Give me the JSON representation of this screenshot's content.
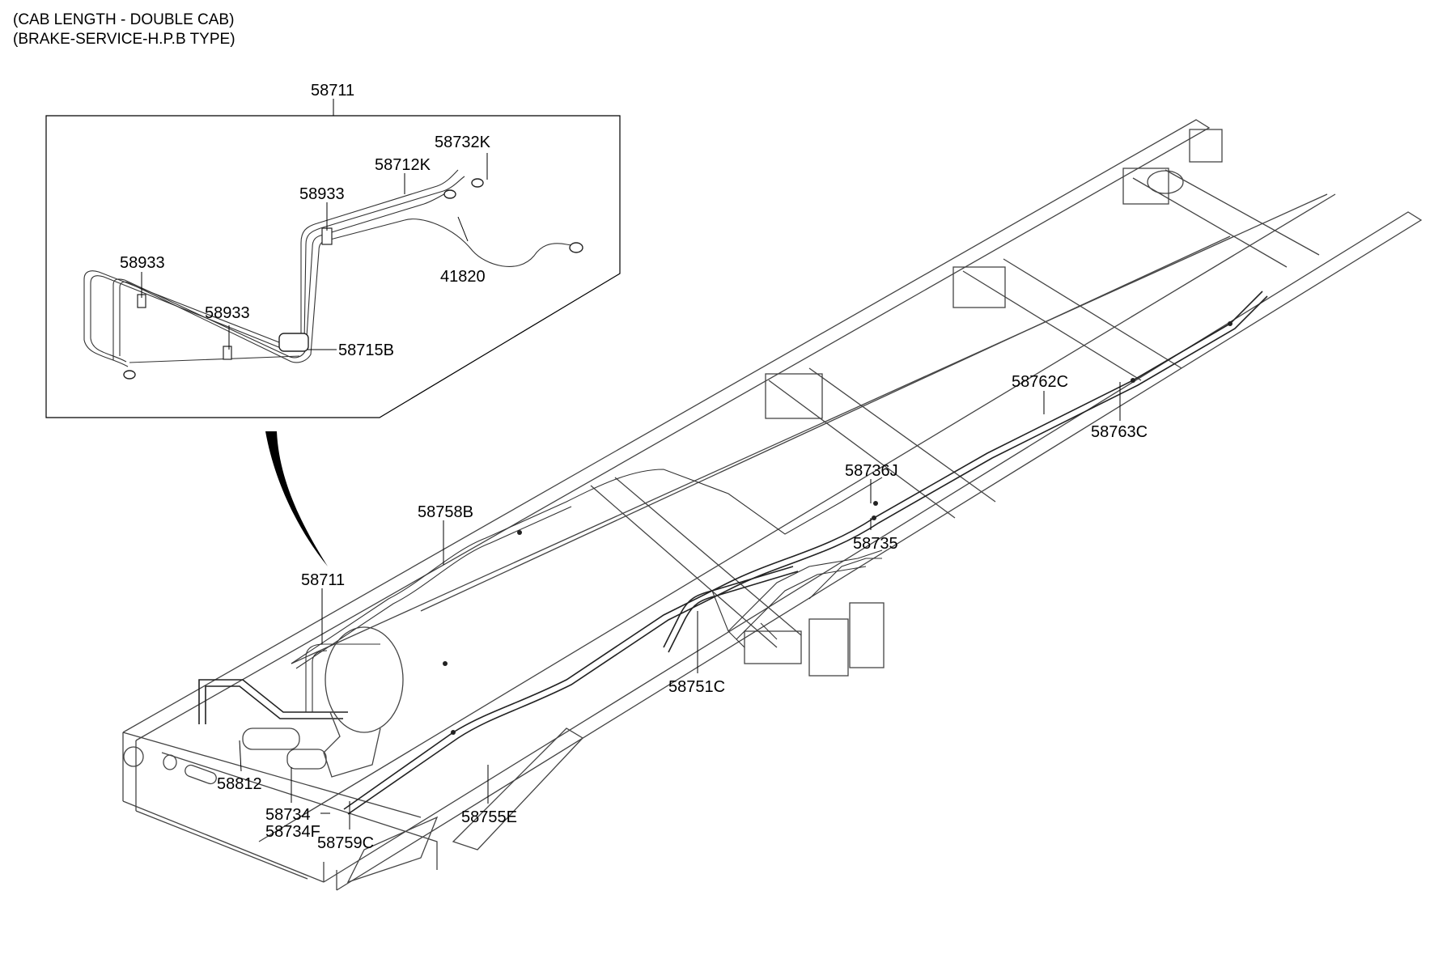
{
  "header": {
    "line1": "(CAB LENGTH - DOUBLE CAB)",
    "line2": "(BRAKE-SERVICE-H.P.B TYPE)"
  },
  "parts": {
    "p58711_top": "58711",
    "p58732K": "58732K",
    "p58712K": "58712K",
    "p58933_a": "58933",
    "p58933_b": "58933",
    "p58933_c": "58933",
    "p41820": "41820",
    "p58715B": "58715B",
    "p58762C": "58762C",
    "p58763C": "58763C",
    "p58736J": "58736J",
    "p58735": "58735",
    "p58758B": "58758B",
    "p58711_main": "58711",
    "p58751C": "58751C",
    "p58812": "58812",
    "p58734": "58734",
    "p58734F": "58734F",
    "p58759C": "58759C",
    "p58755E": "58755E"
  }
}
